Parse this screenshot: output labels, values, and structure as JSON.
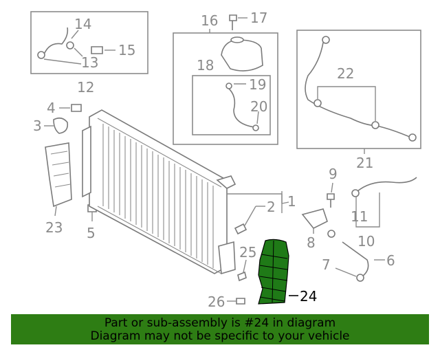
{
  "callouts": [
    "1",
    "2",
    "3",
    "4",
    "5",
    "6",
    "7",
    "8",
    "9",
    "10",
    "11",
    "12",
    "13",
    "14",
    "15",
    "16",
    "17",
    "18",
    "19",
    "20",
    "21",
    "22",
    "23",
    "24",
    "25",
    "26"
  ],
  "highlight_part": "24",
  "colors": {
    "banner": "#2e7d14",
    "highlight": "#1f7a17",
    "line": "#8a8a8a"
  },
  "banner": {
    "line1": "Part or sub-assembly is #24 in diagram",
    "line2": "Diagram may not be specific to your vehicle"
  }
}
